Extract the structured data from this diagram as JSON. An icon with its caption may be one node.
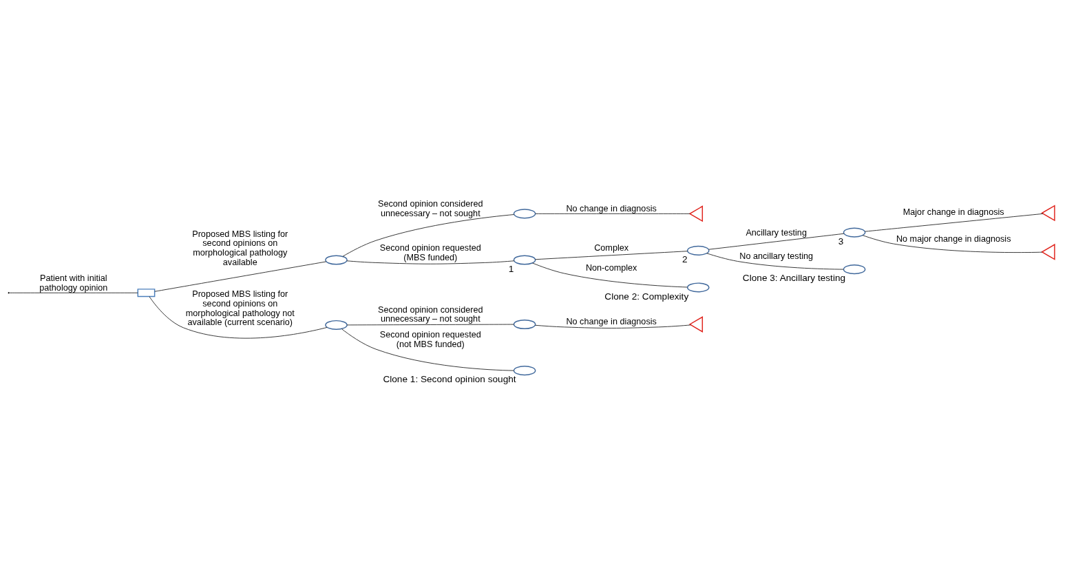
{
  "diagram": {
    "nodes": [
      {
        "text": [],
        "shape": "box"
      },
      {
        "text": [],
        "shape": "ellipse"
      },
      {
        "text": [],
        "shape": "ellipse"
      },
      {
        "text": [],
        "shape": "triangle"
      },
      {
        "text": [],
        "shape": "ellipse",
        "beside": [
          "1"
        ]
      },
      {
        "text": [],
        "shape": "ellipse",
        "beside": [
          "2"
        ]
      },
      {
        "text": [],
        "shape": "ellipse",
        "beside": [
          "3"
        ]
      },
      {
        "text": [],
        "shape": "triangle"
      },
      {
        "text": [],
        "shape": "triangle"
      },
      {
        "text": [],
        "shape": "ellipse",
        "beside": [
          "Clone 3: Ancillary testing"
        ]
      },
      {
        "text": [],
        "shape": "ellipse",
        "beside": [
          "Clone 2: Complexity"
        ]
      },
      {
        "text": [],
        "shape": "ellipse"
      },
      {
        "text": [],
        "shape": "ellipse"
      },
      {
        "text": [],
        "shape": "triangle"
      },
      {
        "text": [],
        "shape": "ellipse",
        "beside": [
          "Clone 1: Second opinion sought"
        ]
      }
    ],
    "edges": [
      {
        "from": null,
        "to": 0,
        "arrow": "none",
        "label": "Patient with initial pathology opinion"
      },
      {
        "from": 0,
        "to": 1,
        "arrow": "none",
        "label": "Proposed MBS listing for second opinions on morphological pathology available"
      },
      {
        "from": 1,
        "to": 2,
        "arrow": "none",
        "label": "Second opinion considered unnecessary – not sought"
      },
      {
        "from": 2,
        "to": 3,
        "arrow": "none",
        "label": "No change in diagnosis"
      },
      {
        "from": 1,
        "to": 4,
        "arrow": "none",
        "label": "Second opinion requested (MBS funded)"
      },
      {
        "from": 4,
        "to": 5,
        "arrow": "none",
        "label": "Complex"
      },
      {
        "from": 5,
        "to": 6,
        "arrow": "none",
        "label": "Ancillary testing"
      },
      {
        "from": 6,
        "to": 7,
        "arrow": "none",
        "label": "Major change in diagnosis"
      },
      {
        "from": 6,
        "to": 8,
        "arrow": "none",
        "label": "No major change in diagnosis"
      },
      {
        "from": 5,
        "to": 9,
        "arrow": "none",
        "label": "No ancillary testing"
      },
      {
        "from": 4,
        "to": 10,
        "arrow": "none",
        "label": "Non-complex"
      },
      {
        "from": 0,
        "to": 11,
        "arrow": "none",
        "label": "Proposed MBS listing for second opinions on morphological pathology not available (current scenario)"
      },
      {
        "from": 11,
        "to": 12,
        "arrow": "none",
        "label": "Second opinion considered unnecessary – not sought"
      },
      {
        "from": 12,
        "to": 13,
        "arrow": "none",
        "label": "No change in diagnosis"
      },
      {
        "from": 11,
        "to": 14,
        "arrow": "none",
        "label": "Second opinion requested (not MBS funded)"
      }
    ]
  }
}
